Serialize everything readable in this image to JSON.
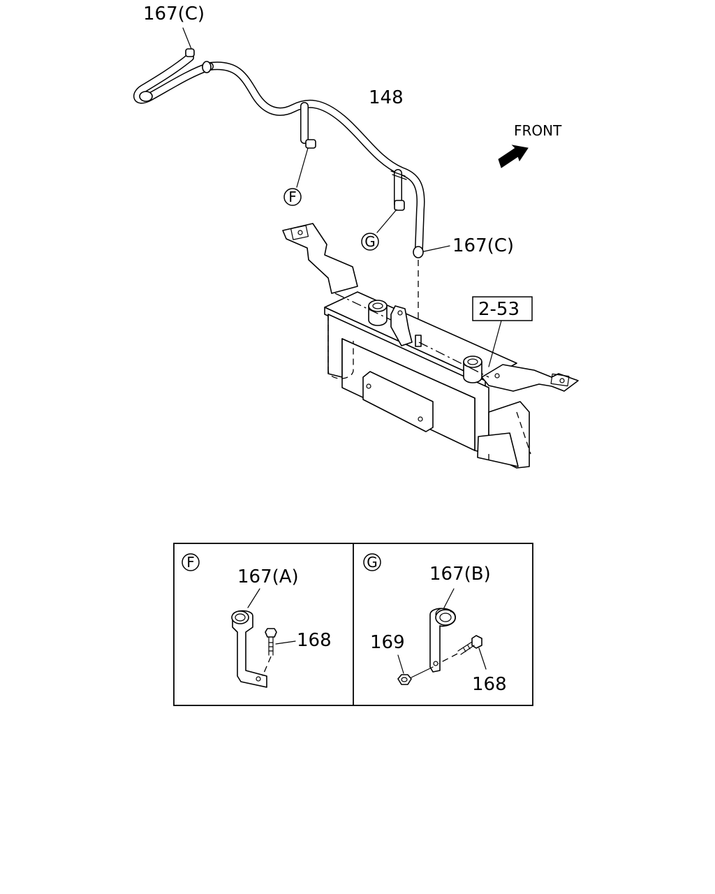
{
  "labels": {
    "top_clamp": "167(C)",
    "pipe": "148",
    "front": "FRONT",
    "ref_f": "F",
    "ref_g": "G",
    "side_clamp": "167(C)",
    "ref_box": "2-53"
  },
  "detail_f": {
    "ref": "F",
    "clamp": "167(A)",
    "bolt": "168"
  },
  "detail_g": {
    "ref": "G",
    "clamp": "167(B)",
    "nut": "169",
    "bolt": "168"
  },
  "icons": {
    "front_arrow": "arrow-right-icon"
  }
}
